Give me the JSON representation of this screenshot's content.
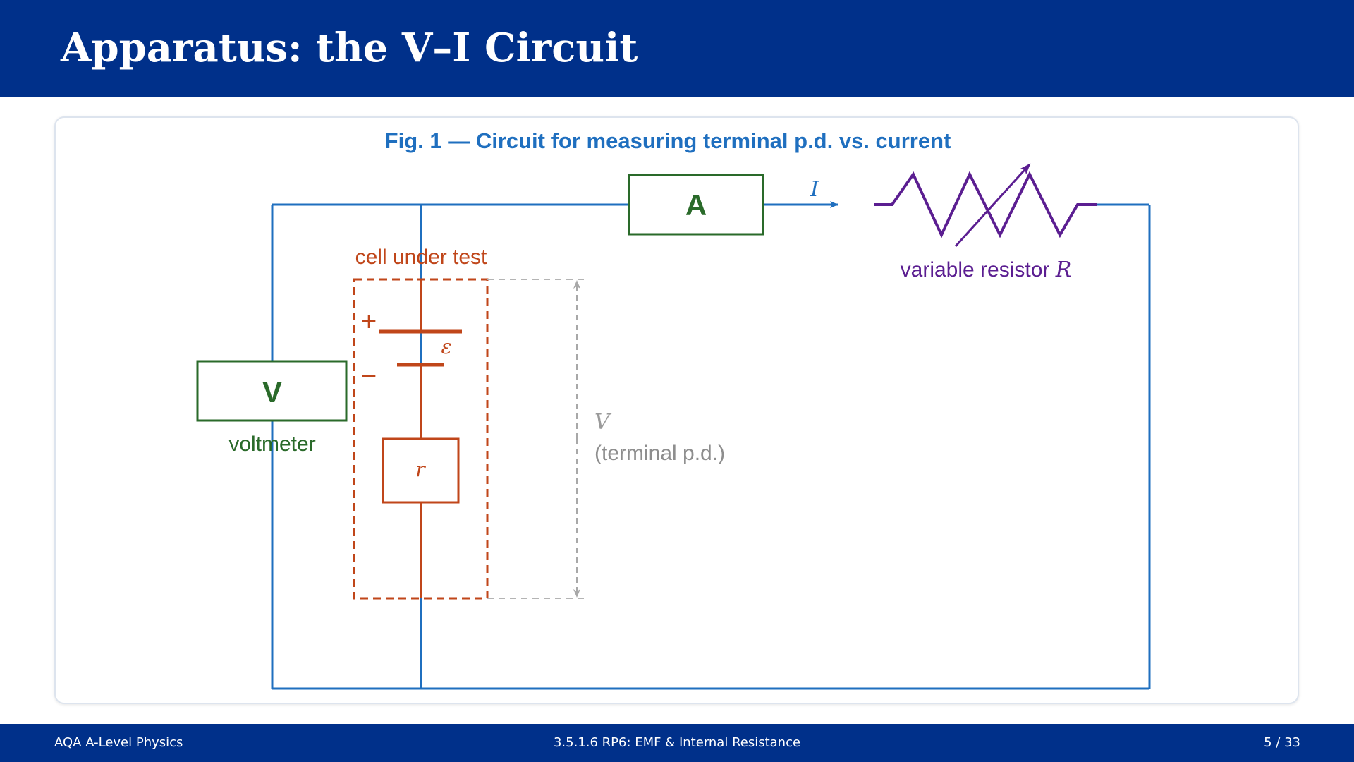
{
  "slide": {
    "title": "Apparatus: the V–I Circuit"
  },
  "figure": {
    "caption": "Fig. 1 — Circuit for measuring terminal p.d. vs. current",
    "ammeter_label": "A",
    "current_label": "I",
    "resistor_label": "variable resistor ",
    "resistor_symbol": "R",
    "cell_label": "cell under test",
    "plus_sign": "+",
    "minus_sign": "−",
    "emf_symbol": "ε",
    "internal_resistance_symbol": "r",
    "voltmeter_symbol": "V",
    "voltmeter_label": "voltmeter",
    "terminal_pd_symbol": "V",
    "terminal_pd_label": "(terminal p.d.)",
    "colors": {
      "wire": "#1f6fbf",
      "ammeter": "#2a6a2a",
      "voltmeter": "#2a6a2a",
      "cell": "#c0461a",
      "resistor": "#5b1e91",
      "measure": "#a8a8a8",
      "caption": "#1f6fbf"
    }
  },
  "footer": {
    "left": "AQA A-Level Physics",
    "center": "3.5.1.6  RP6: EMF & Internal Resistance",
    "right": "5 / 33"
  }
}
